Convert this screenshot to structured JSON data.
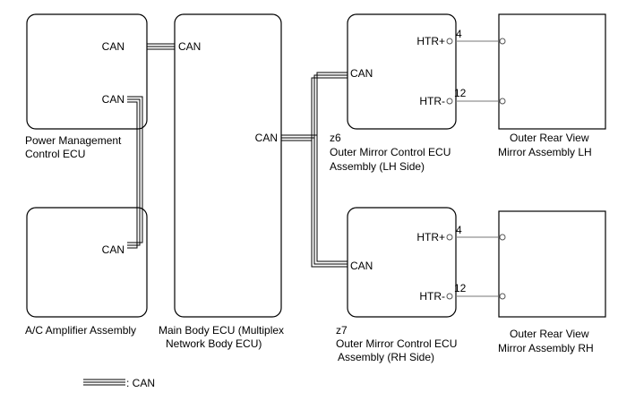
{
  "components": {
    "pmc": {
      "name_line1": "Power Management",
      "name_line2": "Control ECU",
      "port_top": "CAN",
      "port_bottom": "CAN"
    },
    "ac": {
      "name": "A/C Amplifier Assembly",
      "port": "CAN"
    },
    "main": {
      "name_line1": "Main Body ECU (Multiplex",
      "name_line2": "Network Body ECU)",
      "port_top": "CAN",
      "port_right": "CAN"
    },
    "z6": {
      "code": "z6",
      "name_line1": "Outer Mirror Control ECU",
      "name_line2": "Assembly (LH Side)",
      "port_can": "CAN",
      "port_htr_plus": "HTR+",
      "port_htr_minus": "HTR-",
      "pin_plus": "4",
      "pin_minus": "12"
    },
    "z7": {
      "code": "z7",
      "name_line1": "Outer Mirror Control ECU",
      "name_line2": "Assembly (RH Side)",
      "port_can": "CAN",
      "port_htr_plus": "HTR+",
      "port_htr_minus": "HTR-",
      "pin_plus": "4",
      "pin_minus": "12"
    },
    "mirror_lh": {
      "name_line1": "Outer Rear View",
      "name_line2": "Mirror Assembly LH"
    },
    "mirror_rh": {
      "name_line1": "Outer Rear View",
      "name_line2": "Mirror Assembly RH"
    }
  },
  "legend": {
    "label": ": CAN"
  },
  "colors": {
    "line": "#000000",
    "heater_wire": "#777777",
    "terminal": "#555555"
  }
}
